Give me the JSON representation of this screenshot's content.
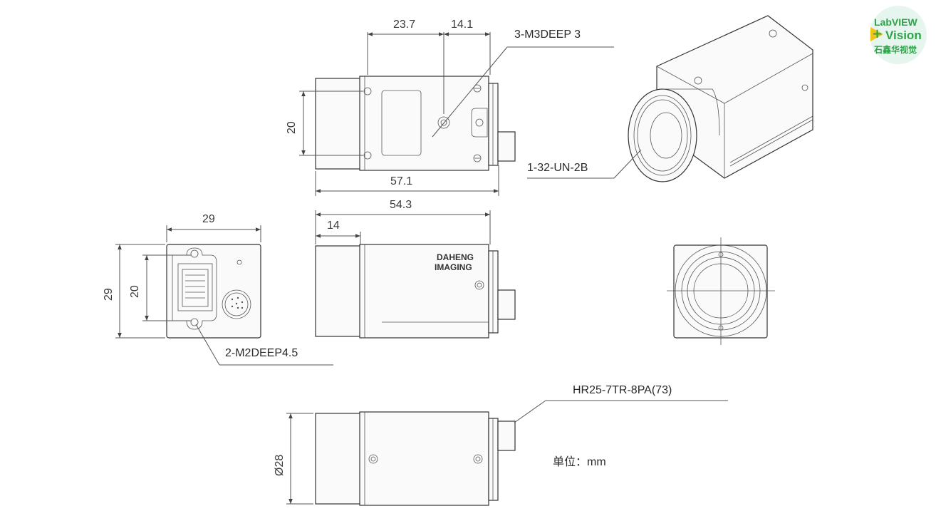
{
  "logo": {
    "line1": "LabVIEW",
    "line2": "Vision",
    "line3": "石鑫华视觉",
    "plus": "+",
    "colors": {
      "green": "#2ea34a",
      "yellow": "#f3c318",
      "bg": "#e6f6ee"
    }
  },
  "top_view": {
    "dim_23_7": "23.7",
    "dim_14_1": "14.1",
    "dim_20": "20",
    "dim_57_1": "57.1",
    "callout_screw": "3-M3DEEP 3"
  },
  "iso_view": {
    "callout_thread": "1-32-UN-2B"
  },
  "side_view": {
    "dim_54_3": "54.3",
    "dim_14": "14",
    "brand_line1": "DAHENG",
    "brand_line2": "IMAGING"
  },
  "back_view": {
    "dim_29_w": "29",
    "dim_29_h": "29",
    "dim_20": "20",
    "callout_screw": "2-M2DEEP4.5"
  },
  "bottom_view": {
    "dim_dia": "Ø28",
    "callout_connector": "HR25-7TR-8PA(73)"
  },
  "unit_note": "单位：mm"
}
